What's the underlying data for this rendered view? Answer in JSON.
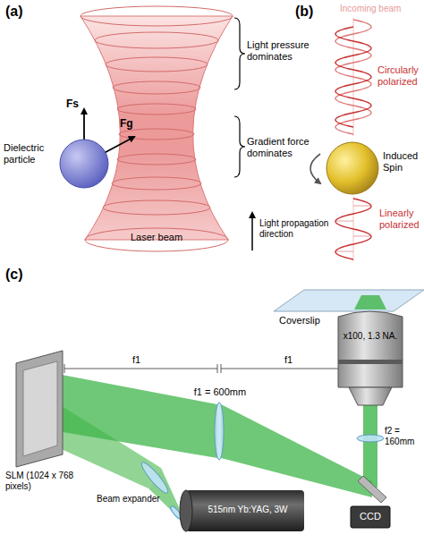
{
  "diagram": {
    "nodes": [
      {
        "text": [
          "Dielectric particle"
        ]
      },
      {
        "text": [
          "Induced Spin"
        ]
      },
      {
        "text": [
          "x100, 1.3 NA."
        ]
      },
      {
        "text": [
          "SLM (1024 x 768 pixels)"
        ]
      },
      {
        "text": [
          "CCD"
        ]
      },
      {
        "text": [
          "515nm Yb:YAG, 3W"
        ]
      }
    ],
    "labels": [
      "(a)",
      "Light pressure dominates",
      "Gradient force dominates",
      "Fs",
      "Fg",
      "Laser beam",
      "Light propagation direction",
      "(b)",
      "Incoming beam",
      "Circularly polarized",
      "Linearly polarized",
      "(c)",
      "Coverslip",
      "f1",
      "f1 = 600mm",
      "f1",
      "f2 = 160mm",
      "Beam expander"
    ]
  }
}
